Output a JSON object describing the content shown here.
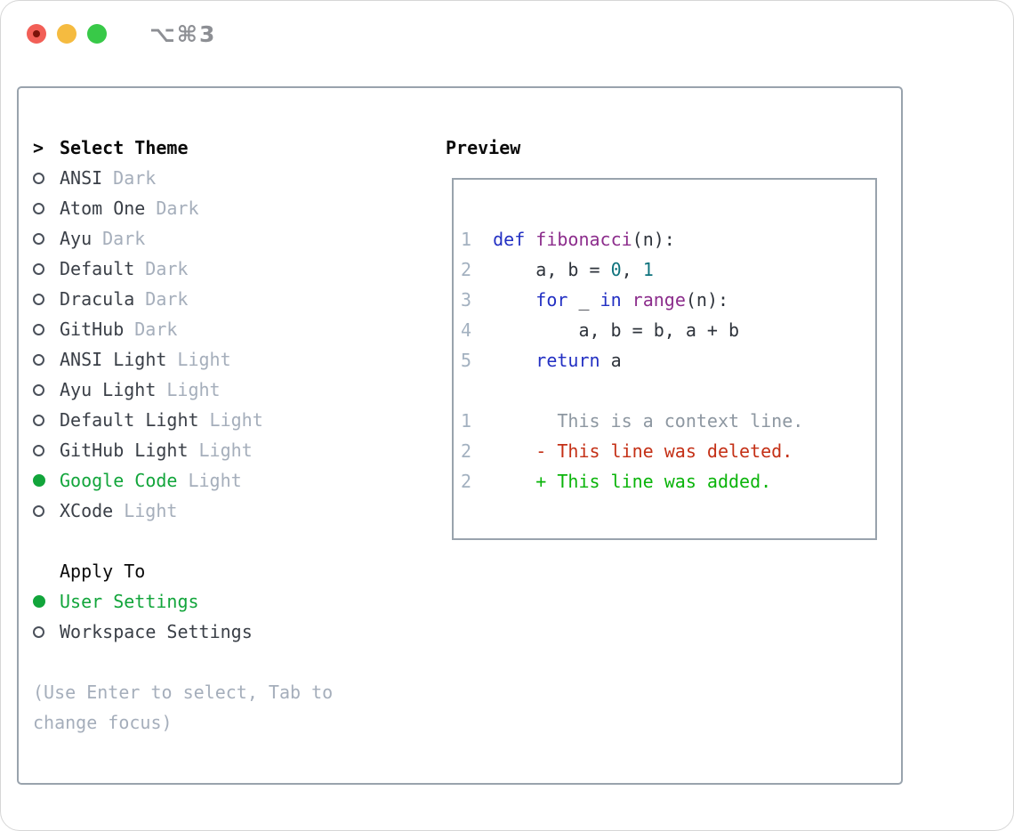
{
  "window": {
    "title": "⌥⌘3"
  },
  "theme_list": {
    "header_marker": ">",
    "header": "Select Theme",
    "items": [
      {
        "name": "ANSI",
        "variant": "Dark",
        "selected": false
      },
      {
        "name": "Atom One",
        "variant": "Dark",
        "selected": false
      },
      {
        "name": "Ayu",
        "variant": "Dark",
        "selected": false
      },
      {
        "name": "Default",
        "variant": "Dark",
        "selected": false
      },
      {
        "name": "Dracula",
        "variant": "Dark",
        "selected": false
      },
      {
        "name": "GitHub",
        "variant": "Dark",
        "selected": false
      },
      {
        "name": "ANSI Light",
        "variant": "Light",
        "selected": false
      },
      {
        "name": "Ayu Light",
        "variant": "Light",
        "selected": false
      },
      {
        "name": "Default Light",
        "variant": "Light",
        "selected": false
      },
      {
        "name": "GitHub Light",
        "variant": "Light",
        "selected": false
      },
      {
        "name": "Google Code",
        "variant": "Light",
        "selected": true
      },
      {
        "name": "XCode",
        "variant": "Light",
        "selected": false
      }
    ]
  },
  "apply_to": {
    "header": "Apply To",
    "options": [
      {
        "name": "User Settings",
        "selected": true
      },
      {
        "name": "Workspace Settings",
        "selected": false
      }
    ]
  },
  "help": {
    "line1": "(Use Enter to select, Tab to",
    "line2": "change focus)"
  },
  "preview": {
    "title": "Preview",
    "code_lines": [
      {
        "num": "1",
        "tokens": [
          {
            "t": "def",
            "c": "kw"
          },
          {
            "t": " ",
            "c": ""
          },
          {
            "t": "fibonacci",
            "c": "fn"
          },
          {
            "t": "(n):",
            "c": ""
          }
        ]
      },
      {
        "num": "2",
        "tokens": [
          {
            "t": "    a, b = ",
            "c": ""
          },
          {
            "t": "0",
            "c": "num"
          },
          {
            "t": ", ",
            "c": ""
          },
          {
            "t": "1",
            "c": "num"
          }
        ]
      },
      {
        "num": "3",
        "tokens": [
          {
            "t": "    ",
            "c": ""
          },
          {
            "t": "for",
            "c": "kw"
          },
          {
            "t": " _ ",
            "c": ""
          },
          {
            "t": "in",
            "c": "kw"
          },
          {
            "t": " ",
            "c": ""
          },
          {
            "t": "range",
            "c": "fn"
          },
          {
            "t": "(n):",
            "c": ""
          }
        ]
      },
      {
        "num": "4",
        "tokens": [
          {
            "t": "        a, b = b, a + b",
            "c": ""
          }
        ]
      },
      {
        "num": "5",
        "tokens": [
          {
            "t": "    ",
            "c": ""
          },
          {
            "t": "return",
            "c": "kw"
          },
          {
            "t": " a",
            "c": ""
          }
        ]
      }
    ],
    "diff_lines": [
      {
        "num": "1",
        "text": "      This is a context line.",
        "type": "context"
      },
      {
        "num": "2",
        "text": "    - This line was deleted.",
        "type": "deleted"
      },
      {
        "num": "2",
        "text": "    + This line was added.",
        "type": "added"
      }
    ]
  },
  "colors": {
    "selected_green": "#12a53b",
    "keyword_blue": "#2330c3",
    "function_purple": "#8c2d8c",
    "number_teal": "#0f737d",
    "code_plain": "#2e333b",
    "linenum": "#a3b1c0",
    "context_gray": "#8d97a1",
    "deleted_red": "#c43016",
    "added_green": "#0ab40a",
    "border_gray": "#99a3ad",
    "text_dark": "#3a3f47",
    "muted": "#a5aebb",
    "traffic_red": "#f25f57",
    "traffic_red_dot": "#7c130a",
    "traffic_yellow": "#f5bb40",
    "traffic_green": "#38c948"
  }
}
